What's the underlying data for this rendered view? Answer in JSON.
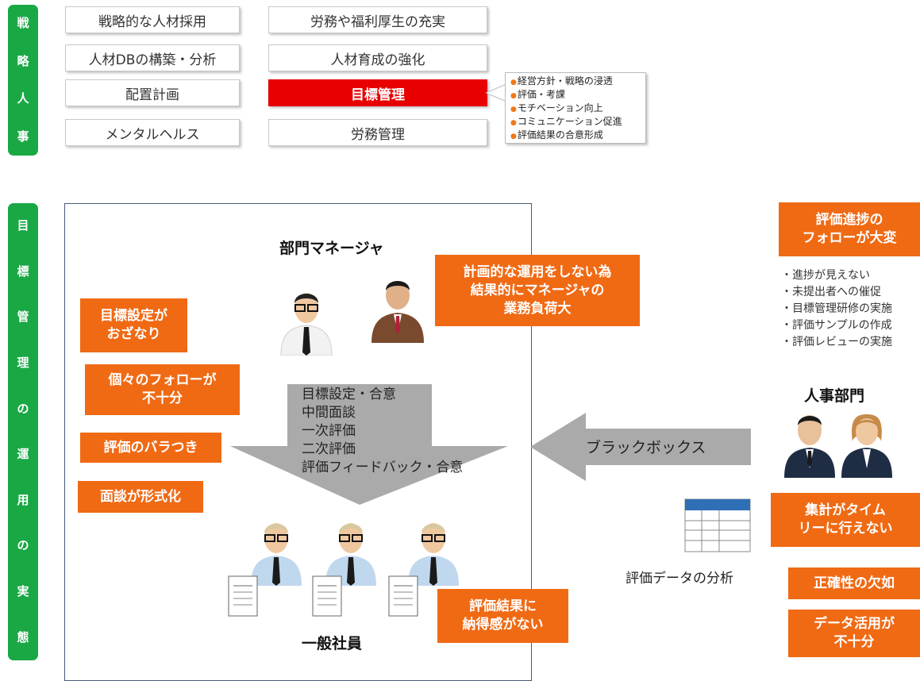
{
  "side_bars": {
    "top": [
      "戦",
      "略",
      "人",
      "事"
    ],
    "bottom": [
      "目",
      "標",
      "管",
      "理",
      "の",
      "運",
      "用",
      "の",
      "実",
      "態"
    ]
  },
  "strategy_boxes": {
    "left": [
      "戦略的な人材採用",
      "人材DBの構築・分析",
      "配置計画",
      "メンタルヘルス"
    ],
    "right": [
      "労務や福利厚生の充実",
      "人材育成の強化",
      "目標管理",
      "労務管理"
    ]
  },
  "callout_items": [
    "経営方針・戦略の浸透",
    "評価・考課",
    "モチベーション向上",
    "コミュニケーション促進",
    "評価結果の合意形成"
  ],
  "manager_label": "部門マネージャ",
  "employee_label": "一般社員",
  "hr_label": "人事部門",
  "process_steps": [
    "目標設定・合意",
    "中間面談",
    "一次評価",
    "二次評価",
    "評価フィードバック・合意"
  ],
  "arrow_label": "ブラックボックス",
  "analysis_label": "評価データの分析",
  "issues": {
    "manager_load": "計画的な運用をしない為\n結果的にマネージャの\n業務負荷大",
    "goal_setting": "目標設定が\nおざなり",
    "follow_up": "個々のフォローが\n不十分",
    "variance": "評価のバラつき",
    "interview": "面談が形式化",
    "result": "評価結果に\n納得感がない",
    "progress": "評価進捗の\nフォローが大変",
    "aggregate": "集計がタイム\nリーに行えない",
    "accuracy": "正確性の欠如",
    "utilization": "データ活用が\n不十分"
  },
  "hr_tasks": [
    "進捗が見えない",
    "未提出者への催促",
    "目標管理研修の実施",
    "評価サンプルの作成",
    "評価レビューの実施"
  ],
  "colors": {
    "green": "#1aa845",
    "red": "#e80000",
    "orange": "#f06a14",
    "arrow_gray": "#aaaaaa",
    "table_blue": "#2f6fb5"
  }
}
